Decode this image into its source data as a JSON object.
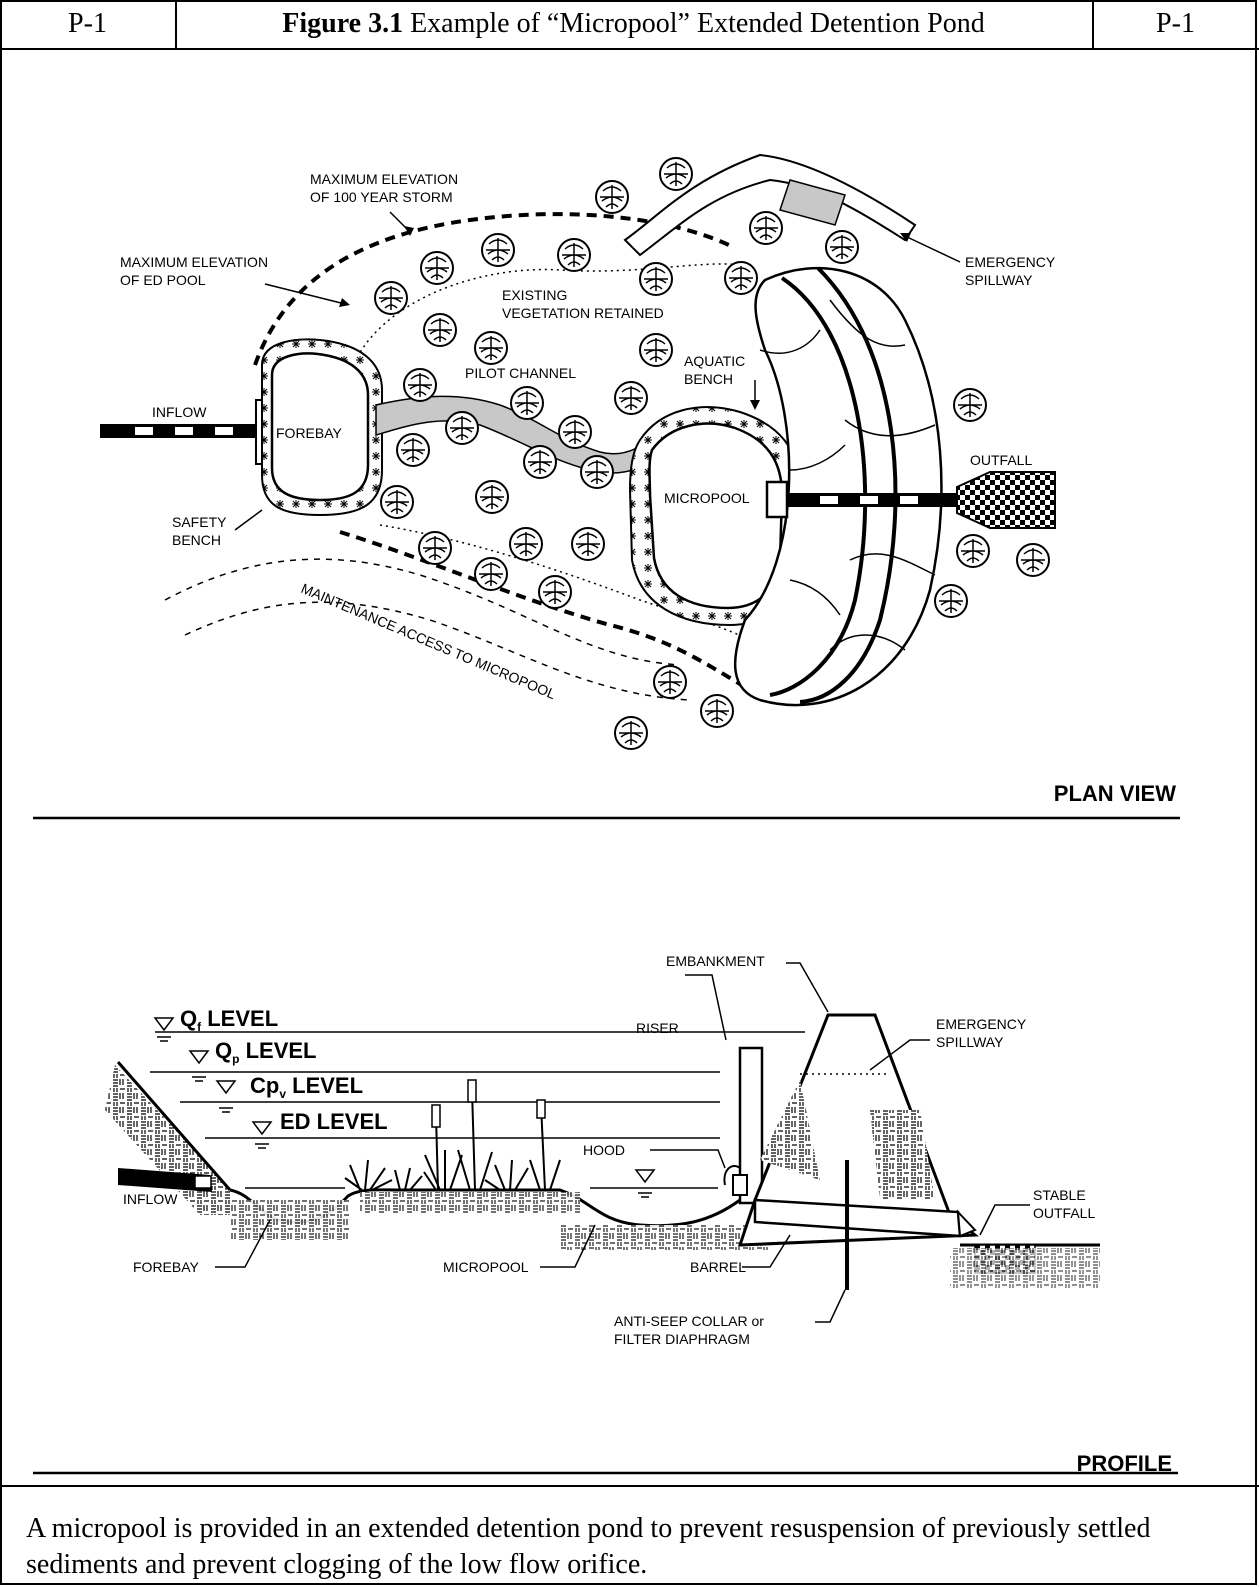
{
  "header": {
    "left_code": "P-1",
    "title_bold": "Figure 3.1",
    "title_rest": " Example of “Micropool” Extended Detention Pond",
    "right_code": "P-1"
  },
  "plan_view": {
    "section_title": "PLAN  VIEW",
    "labels": {
      "max_elev_100_line1": "MAXIMUM ELEVATION",
      "max_elev_100_line2": "OF 100 YEAR  STORM",
      "max_elev_ed_line1": "MAXIMUM ELEVATION",
      "max_elev_ed_line2": "OF ED POOL",
      "existing_veg_line1": "EXISTING",
      "existing_veg_line2": "VEGETATION RETAINED",
      "emergency_spillway_line1": "EMERGENCY",
      "emergency_spillway_line2": "SPILLWAY",
      "pilot_channel": "PILOT CHANNEL",
      "aquatic_bench_line1": "AQUATIC",
      "aquatic_bench_line2": "BENCH",
      "inflow": "INFLOW",
      "forebay": "FOREBAY",
      "outfall": "OUTFALL",
      "micropool": "MICROPOOL",
      "safety_bench_line1": "SAFETY",
      "safety_bench_line2": "BENCH",
      "maintenance_access": "MAINTENANCE ACCESS TO MICROPOOL"
    }
  },
  "profile": {
    "section_title": "PROFILE",
    "levels": {
      "qf_main": "Q",
      "qf_sub": "f",
      "qf_rest": " LEVEL",
      "qp_main": "Q",
      "qp_sub": "p",
      "qp_rest": " LEVEL",
      "cpv_main": "Cp",
      "cpv_sub": "v",
      "cpv_rest": " LEVEL",
      "ed": "ED LEVEL"
    },
    "labels": {
      "embankment": "EMBANKMENT",
      "riser": "RISER",
      "emergency_spillway_line1": "EMERGENCY",
      "emergency_spillway_line2": "SPILLWAY",
      "hood": "HOOD",
      "stable_outfall_line1": "STABLE",
      "stable_outfall_line2": "OUTFALL",
      "inflow": "INFLOW",
      "forebay": "FOREBAY",
      "micropool": "MICROPOOL",
      "barrel": "BARREL",
      "anti_seep_line1": "ANTI-SEEP COLLAR or",
      "anti_seep_line2": "FILTER DIAPHRAGM"
    }
  },
  "caption": "A micropool is provided in an extended detention pond to prevent resuspension of previously settled sediments and prevent clogging of the low flow orifice."
}
